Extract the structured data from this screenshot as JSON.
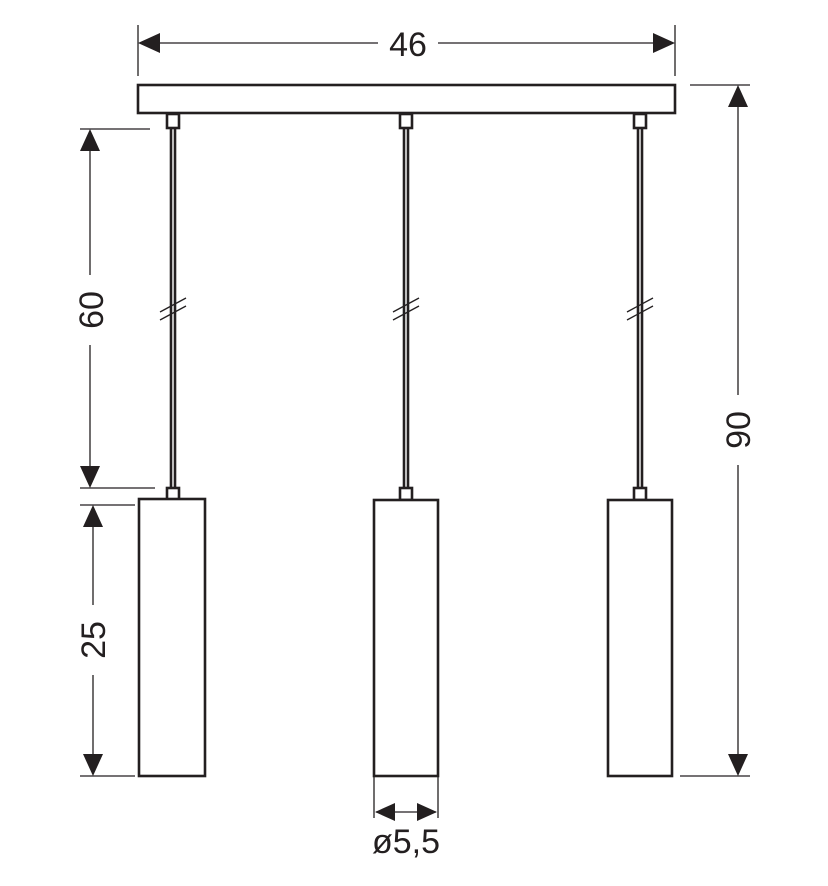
{
  "dimensions": {
    "canopy_width": "46",
    "cord_length": "60",
    "total_height": "90",
    "shade_height": "25",
    "shade_diameter": "ø5,5"
  },
  "colors": {
    "line": "#231f20",
    "background": "#ffffff"
  }
}
